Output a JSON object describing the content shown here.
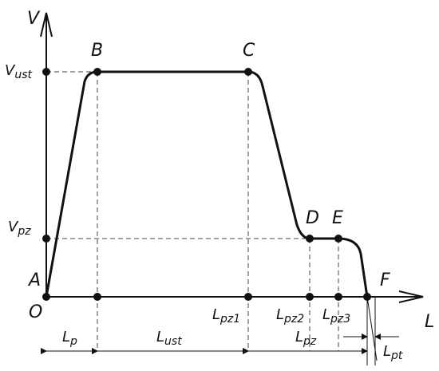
{
  "axes": {
    "v": "V",
    "l": "L"
  },
  "points": {
    "A": "A",
    "O": "O",
    "B": "B",
    "C": "C",
    "D": "D",
    "E": "E",
    "F": "F"
  },
  "v_levels": {
    "vust": {
      "main": "V",
      "sub": "ust"
    },
    "vpz": {
      "main": "V",
      "sub": "pz"
    }
  },
  "x_labels": {
    "lpz1": {
      "main": "L",
      "sub": "pz1"
    },
    "lpz2": {
      "main": "L",
      "sub": "pz2"
    },
    "lpz3": {
      "main": "L",
      "sub": "pz3"
    }
  },
  "dimensions": {
    "lp": {
      "main": "L",
      "sub": "p"
    },
    "lust": {
      "main": "L",
      "sub": "ust"
    },
    "lpz": {
      "main": "L",
      "sub": "pz"
    },
    "lpt": {
      "main": "L",
      "sub": "pt"
    }
  }
}
